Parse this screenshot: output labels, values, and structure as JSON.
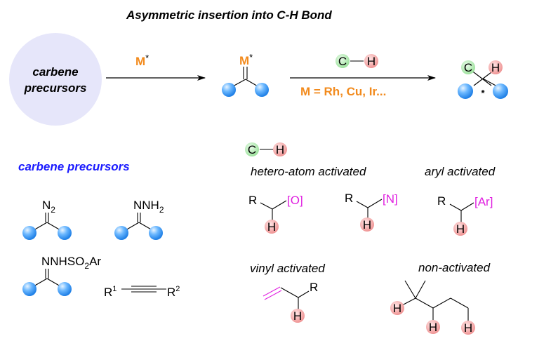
{
  "title": "Asymmetric insertion into C-H Bond",
  "scheme": {
    "start_circle": {
      "line1": "carbene",
      "line2": "precursors",
      "color": "#e6e6fa"
    },
    "arrow1_label": "M",
    "arrow1_star": "*",
    "carbene_metal": "M",
    "carbene_star": "*",
    "reagent_C": "C",
    "reagent_H": "H",
    "arrow2_label": "M = Rh, Cu, Ir...",
    "product_C": "C",
    "product_H": "H",
    "stereocenter_mark": "*"
  },
  "precursors": {
    "heading": "carbene precursors",
    "items": [
      {
        "label": "N",
        "sub": "2"
      },
      {
        "label": "NNH",
        "sub": "2"
      },
      {
        "label": "NNHSO",
        "sub": "2",
        "suffix": "Ar"
      },
      {
        "r1": "R",
        "r1_sup": "1",
        "r2": "R",
        "r2_sup": "2"
      }
    ]
  },
  "ch_types": {
    "legend_C": "C",
    "legend_H": "H",
    "hetero": {
      "heading": "hetero-atom activated",
      "examples": [
        {
          "R": "R",
          "group": "[O]",
          "H": "H"
        },
        {
          "R": "R",
          "group": "[N]",
          "H": "H"
        }
      ]
    },
    "aryl": {
      "heading": "aryl activated",
      "R": "R",
      "group": "[Ar]",
      "H": "H"
    },
    "vinyl": {
      "heading": "vinyl activated",
      "R": "R",
      "H": "H"
    },
    "non": {
      "heading": "non-activated",
      "H": [
        "H",
        "H",
        "H"
      ]
    }
  },
  "colors": {
    "orange": "#f28a1c",
    "blue_heading": "#1a1aff",
    "magenta": "#e020e0",
    "sphere_blue": "#4aa3ff",
    "carbon_green": "#b8f0b8",
    "hydrogen_red": "#f5a8a8"
  }
}
